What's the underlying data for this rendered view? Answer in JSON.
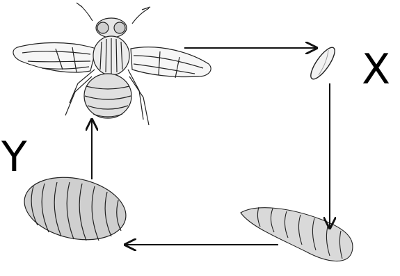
{
  "labels": {
    "x": "X",
    "y": "Y"
  },
  "stages": [
    "adult-fly",
    "egg",
    "larva",
    "pupa"
  ],
  "colors": {
    "line": "#111111",
    "shade": "#b8b8b8",
    "background": "#ffffff"
  }
}
